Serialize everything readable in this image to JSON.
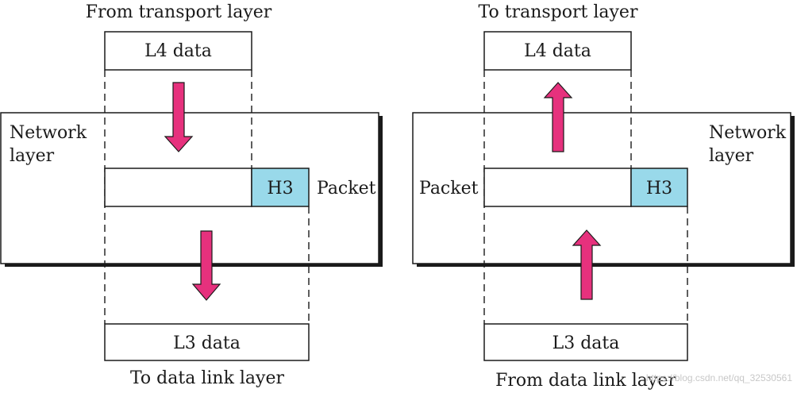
{
  "left_panel": {
    "top_label": "From transport layer",
    "top_box": "L4 data",
    "layer_label_line1": "Network",
    "layer_label_line2": "layer",
    "header": "H3",
    "packet_label": "Packet",
    "bottom_box": "L3 data",
    "bottom_label": "To data link layer"
  },
  "right_panel": {
    "top_label": "To transport layer",
    "top_box": "L4 data",
    "layer_label_line1": "Network",
    "layer_label_line2": "layer",
    "header": "H3",
    "packet_label": "Packet",
    "bottom_box": "L3 data",
    "bottom_label": "From data link layer"
  },
  "watermark": "https://blog.csdn.net/qq_32530561",
  "colors": {
    "arrow_fill": "#e6317d",
    "header_fill": "#99d9ea",
    "stroke": "#1a1a1a",
    "shadow": "#1a1a1a"
  }
}
